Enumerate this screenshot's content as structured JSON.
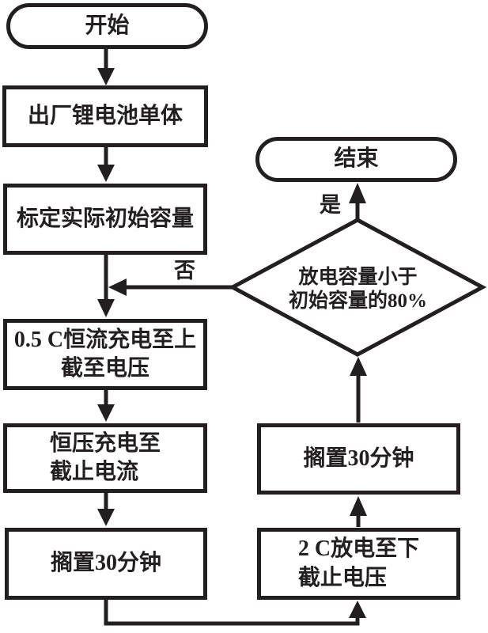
{
  "diagram": {
    "type": "flowchart",
    "nodes": {
      "start": {
        "shape": "terminal",
        "label": "开始"
      },
      "factory_cell": {
        "shape": "process",
        "label": "出厂锂电池单体"
      },
      "calibrate": {
        "shape": "process",
        "label": "标定实际初始容量"
      },
      "cc_charge": {
        "shape": "process",
        "label": "0.5 C恒流充电至上\n截至电压"
      },
      "cv_charge": {
        "shape": "process",
        "label": "恒压充电至\n截止电流"
      },
      "rest_after_charge": {
        "shape": "process",
        "label": "搁置30分钟"
      },
      "discharge": {
        "shape": "process",
        "label": "2 C放电至下\n截止电压"
      },
      "rest_after_discharge": {
        "shape": "process",
        "label": "搁置30分钟"
      },
      "decision": {
        "shape": "decision",
        "label": "放电容量小于\n初始容量的80%"
      },
      "end": {
        "shape": "terminal",
        "label": "结束"
      }
    },
    "edges": [
      {
        "from": "start",
        "to": "factory_cell"
      },
      {
        "from": "factory_cell",
        "to": "calibrate"
      },
      {
        "from": "calibrate",
        "to": "cc_charge"
      },
      {
        "from": "cc_charge",
        "to": "cv_charge"
      },
      {
        "from": "cv_charge",
        "to": "rest_after_charge"
      },
      {
        "from": "rest_after_charge",
        "to": "discharge"
      },
      {
        "from": "discharge",
        "to": "rest_after_discharge"
      },
      {
        "from": "rest_after_discharge",
        "to": "decision"
      },
      {
        "from": "decision",
        "to": "end",
        "label": "是"
      },
      {
        "from": "decision",
        "to": "cc_charge",
        "label": "否"
      }
    ]
  },
  "colors": {
    "ink": "#231f20",
    "background": "#ffffff"
  }
}
